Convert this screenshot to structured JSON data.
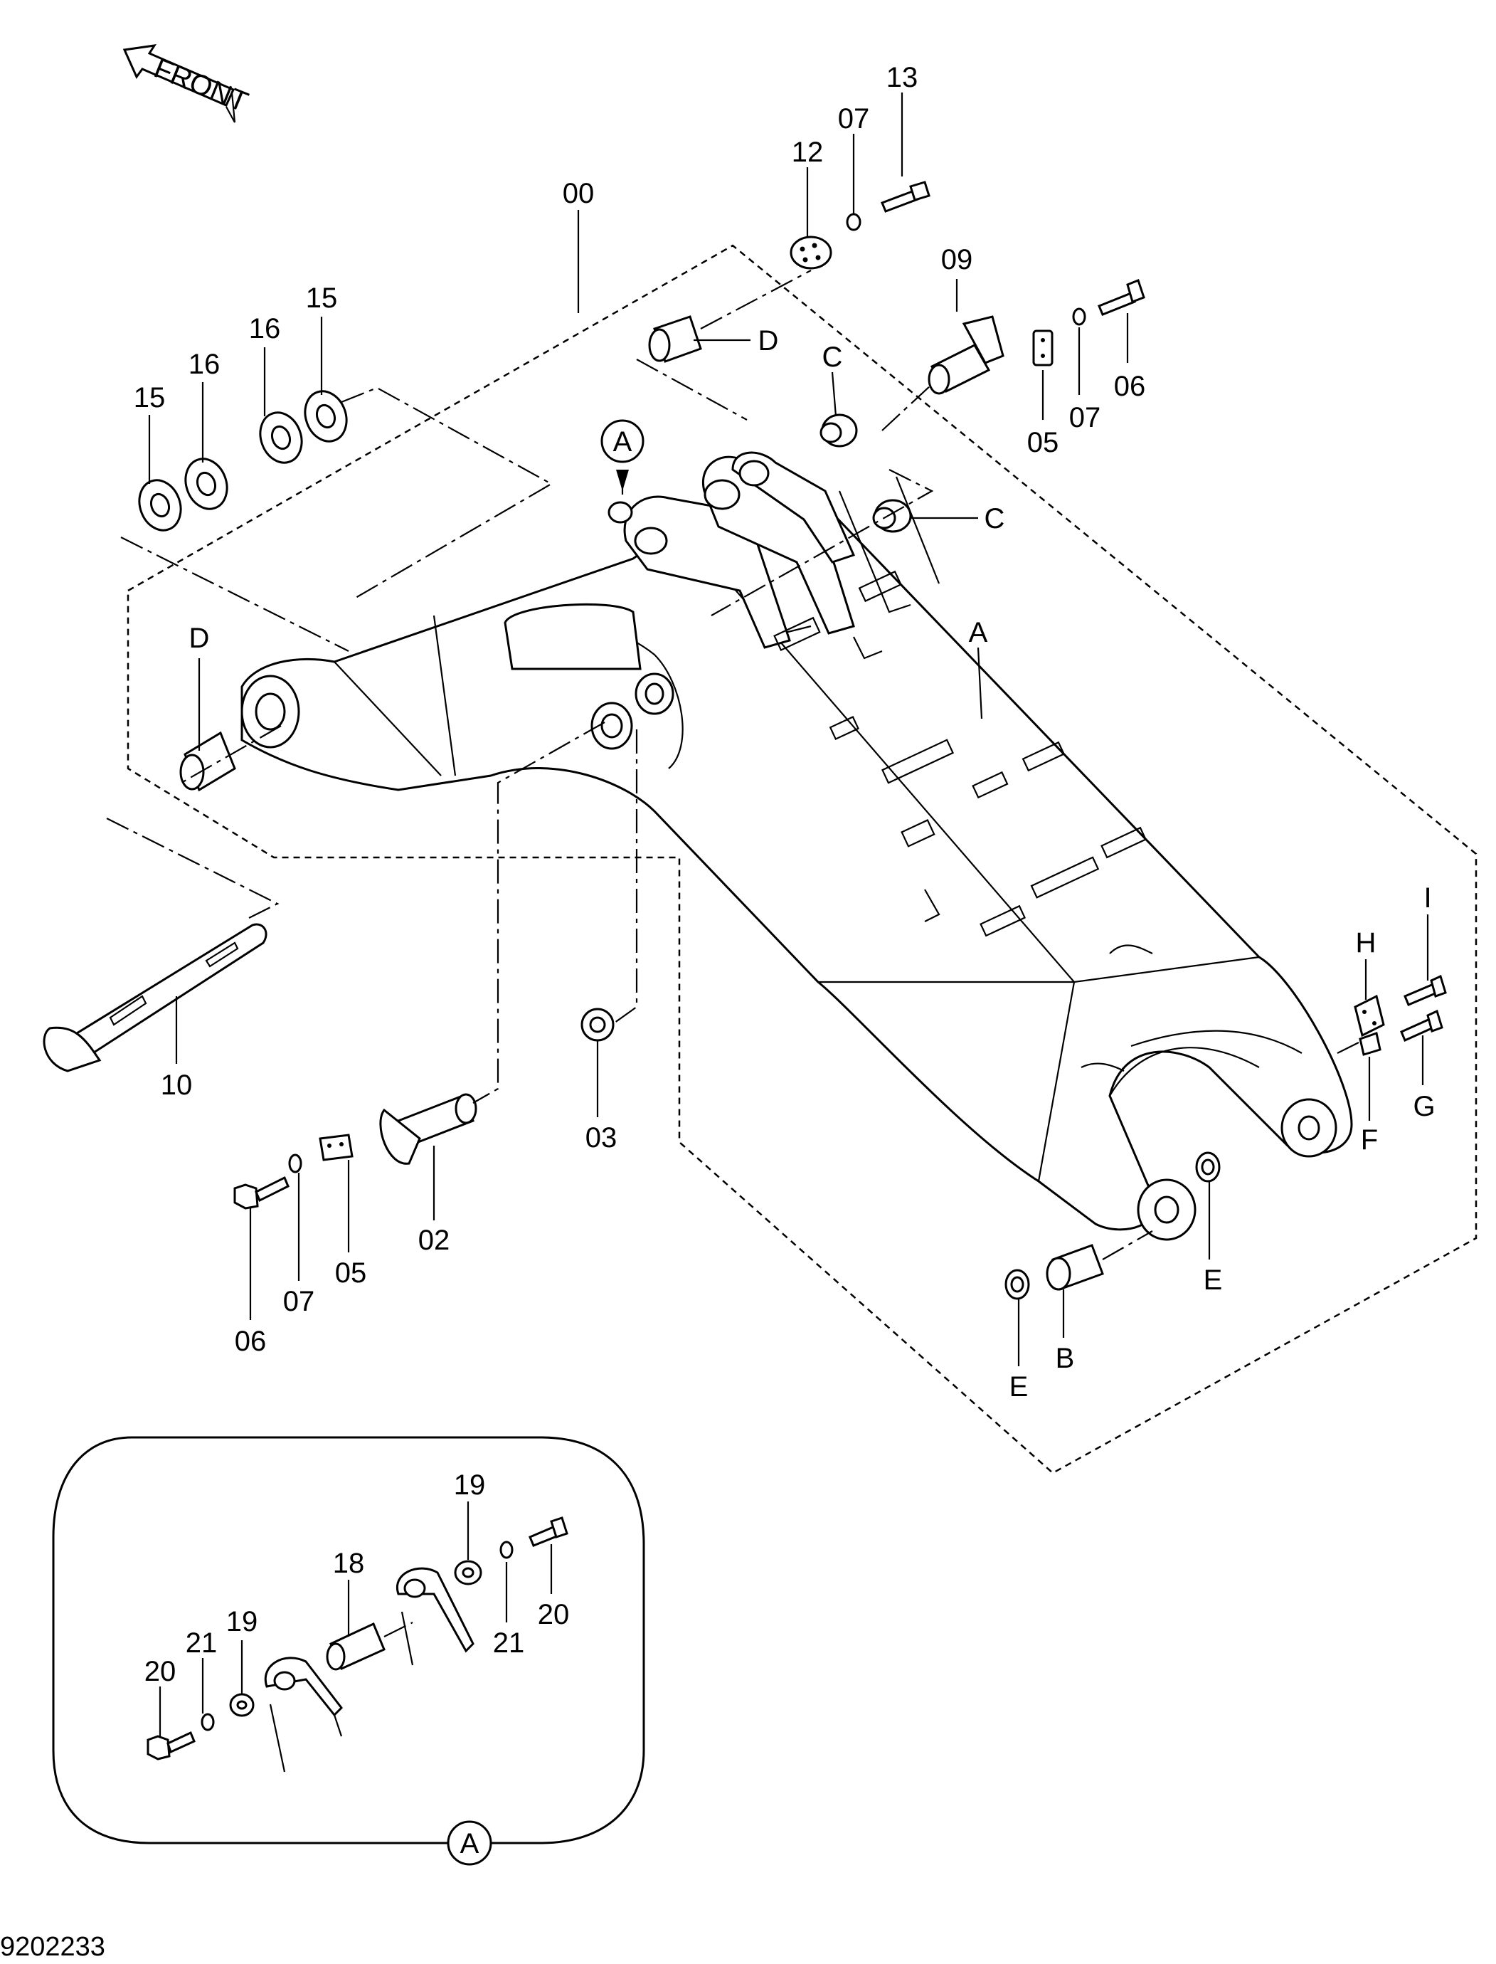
{
  "front_arrow": {
    "label": "FRONT"
  },
  "document_number": "9202233",
  "callouts": [
    {
      "id": "c00",
      "text": "00"
    },
    {
      "id": "c13",
      "text": "13"
    },
    {
      "id": "c07a",
      "text": "07"
    },
    {
      "id": "c12",
      "text": "12"
    },
    {
      "id": "c09",
      "text": "09"
    },
    {
      "id": "c15a",
      "text": "15"
    },
    {
      "id": "c16a",
      "text": "16"
    },
    {
      "id": "c16b",
      "text": "16"
    },
    {
      "id": "c15b",
      "text": "15"
    },
    {
      "id": "cDa",
      "text": "D"
    },
    {
      "id": "cCa",
      "text": "C"
    },
    {
      "id": "cCb",
      "text": "C"
    },
    {
      "id": "c05a",
      "text": "05"
    },
    {
      "id": "c07b",
      "text": "07"
    },
    {
      "id": "c06a",
      "text": "06"
    },
    {
      "id": "cDb",
      "text": "D"
    },
    {
      "id": "cA",
      "text": "A"
    },
    {
      "id": "c10",
      "text": "10"
    },
    {
      "id": "c03",
      "text": "03"
    },
    {
      "id": "c02",
      "text": "02"
    },
    {
      "id": "c06b",
      "text": "06"
    },
    {
      "id": "c07c",
      "text": "07"
    },
    {
      "id": "c05b",
      "text": "05"
    },
    {
      "id": "cI",
      "text": "I"
    },
    {
      "id": "cH",
      "text": "H"
    },
    {
      "id": "cG",
      "text": "G"
    },
    {
      "id": "cF",
      "text": "F"
    },
    {
      "id": "cEa",
      "text": "E"
    },
    {
      "id": "cB",
      "text": "B"
    },
    {
      "id": "cEb",
      "text": "E"
    },
    {
      "id": "c19a",
      "text": "19"
    },
    {
      "id": "c18",
      "text": "18"
    },
    {
      "id": "c21a",
      "text": "21"
    },
    {
      "id": "c20a",
      "text": "20"
    },
    {
      "id": "c21b",
      "text": "21"
    },
    {
      "id": "c19b",
      "text": "19"
    },
    {
      "id": "c20b",
      "text": "20"
    }
  ],
  "detail_markers": [
    {
      "id": "top",
      "text": "A"
    },
    {
      "id": "inset",
      "text": "A"
    }
  ]
}
